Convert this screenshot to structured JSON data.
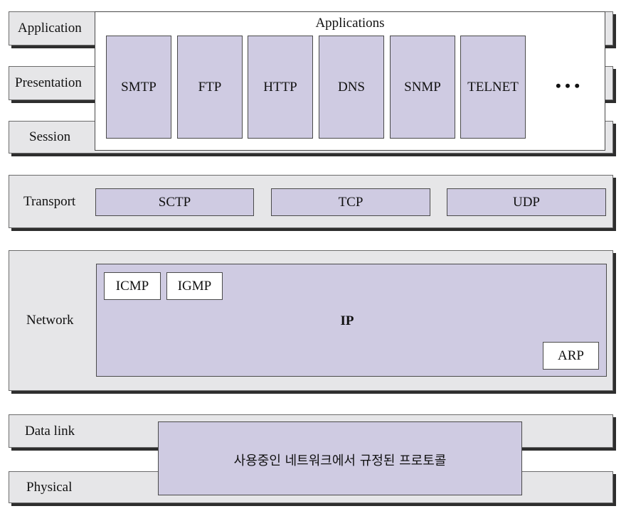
{
  "layers": {
    "application": "Application",
    "presentation": "Presentation",
    "session": "Session",
    "transport": "Transport",
    "network": "Network",
    "data_link": "Data link",
    "physical": "Physical"
  },
  "applications": {
    "title": "Applications",
    "protocols": [
      "SMTP",
      "FTP",
      "HTTP",
      "DNS",
      "SNMP",
      "TELNET"
    ],
    "more": "• • •"
  },
  "transport": {
    "protocols": [
      "SCTP",
      "TCP",
      "UDP"
    ]
  },
  "network": {
    "icmp": "ICMP",
    "igmp": "IGMP",
    "ip": "IP",
    "arp": "ARP"
  },
  "link": {
    "text": "사용중인 네트워크에서 규정된 프로토콜"
  }
}
